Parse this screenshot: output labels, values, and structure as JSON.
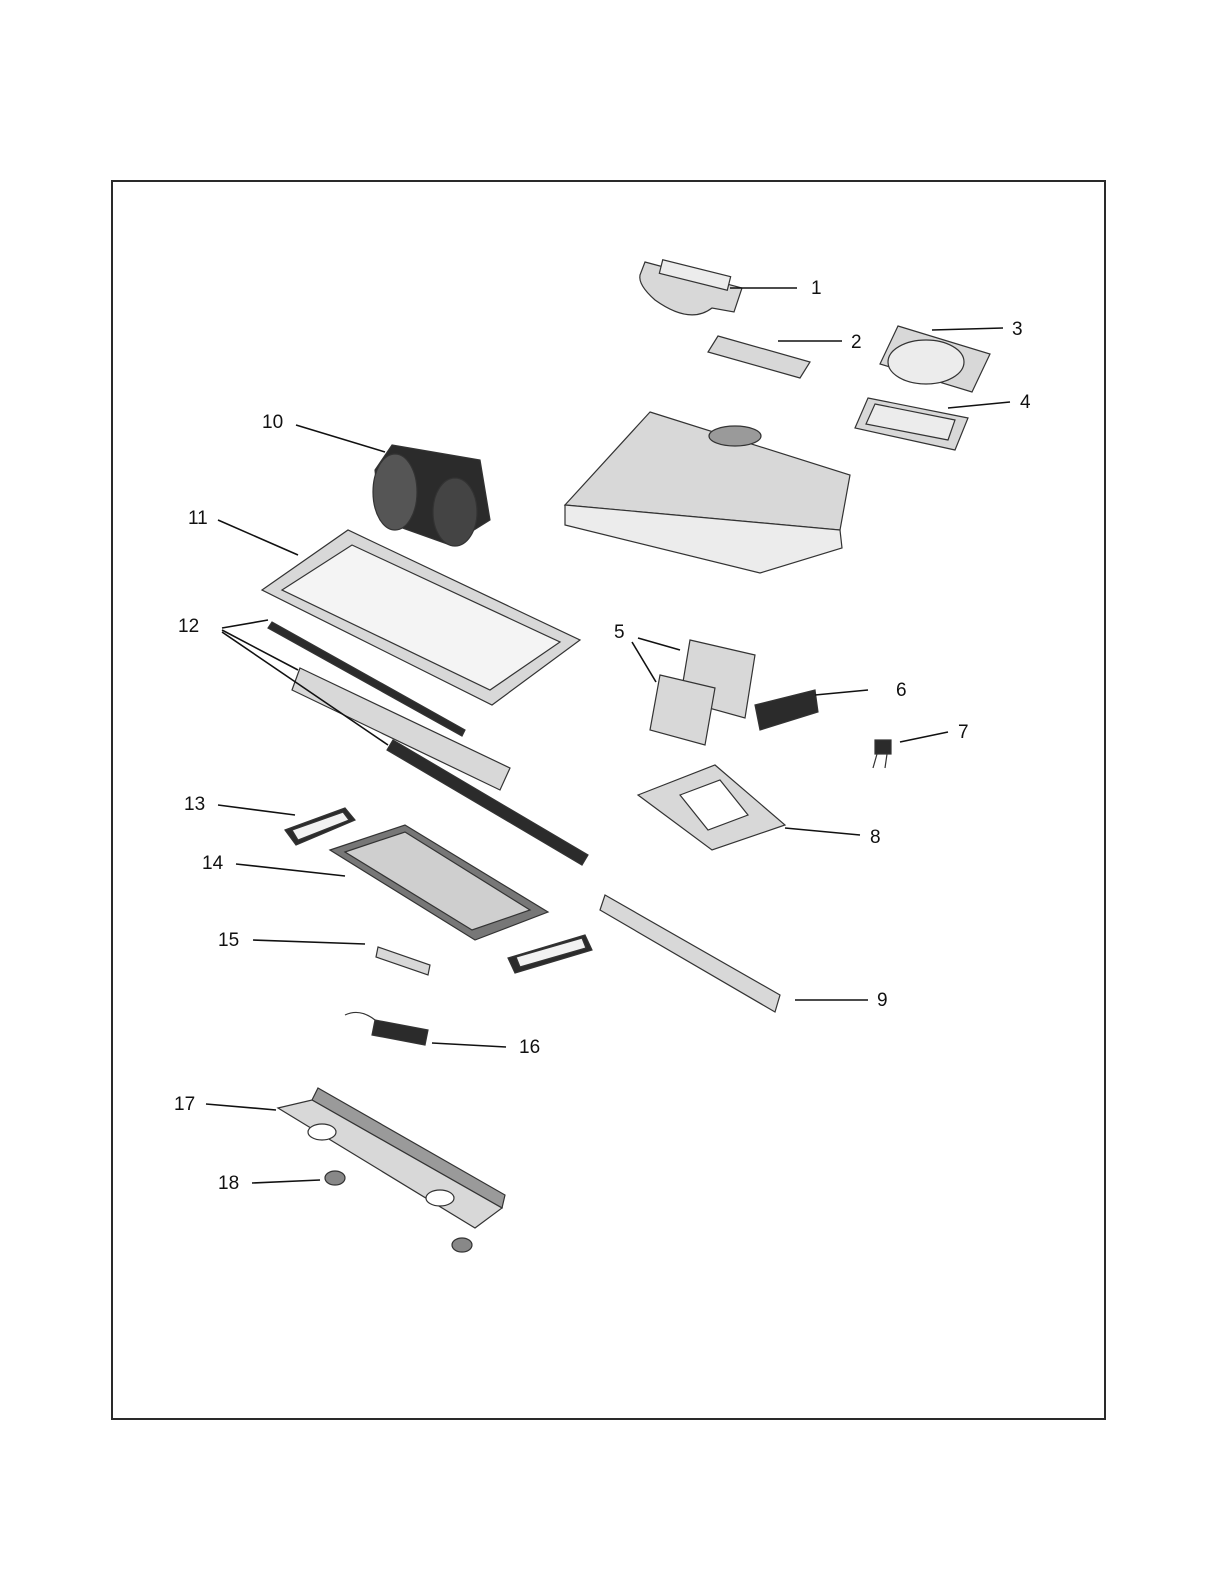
{
  "diagram": {
    "callouts": [
      {
        "id": "1",
        "label": "1"
      },
      {
        "id": "2",
        "label": "2"
      },
      {
        "id": "3",
        "label": "3"
      },
      {
        "id": "4",
        "label": "4"
      },
      {
        "id": "5",
        "label": "5"
      },
      {
        "id": "6",
        "label": "6"
      },
      {
        "id": "7",
        "label": "7"
      },
      {
        "id": "8",
        "label": "8"
      },
      {
        "id": "9",
        "label": "9"
      },
      {
        "id": "10",
        "label": "10"
      },
      {
        "id": "11",
        "label": "11"
      },
      {
        "id": "12",
        "label": "12"
      },
      {
        "id": "13",
        "label": "13"
      },
      {
        "id": "14",
        "label": "14"
      },
      {
        "id": "15",
        "label": "15"
      },
      {
        "id": "16",
        "label": "16"
      },
      {
        "id": "17",
        "label": "17"
      },
      {
        "id": "18",
        "label": "18"
      }
    ]
  },
  "colors": {
    "frame": "#2a2a2a",
    "metal": "#d8d8d8",
    "dark_part": "#2b2b2b"
  }
}
